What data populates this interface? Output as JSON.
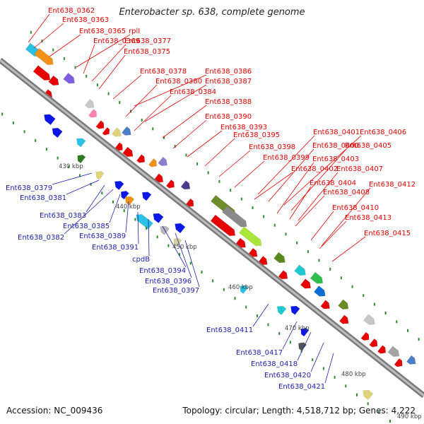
{
  "title": "Enterobacter sp. 638, complete genome",
  "footer": {
    "accession": "Accession: NC_009436",
    "info": "Topology: circular; Length: 4,518,712 bp; Genes: 4,222"
  },
  "colors": {
    "forward_label": "#e60000",
    "reverse_label": "#2020b0",
    "backbone": "#8c8c8c",
    "tick_mark": "#2e8b2e"
  },
  "ticks": [
    "430 kbp",
    "440 kbp",
    "450 kbp",
    "460 kbp",
    "470 kbp",
    "480 kbp",
    "490 kbp"
  ],
  "forward_labels": [
    "Ent638_0362",
    "Ent638_0363",
    "Ent638_0365",
    "rplI",
    "Ent638_0369",
    "Ent638_0377",
    "Ent638_0375",
    "Ent638_0378",
    "Ent638_0386",
    "Ent638_0380",
    "Ent638_0387",
    "Ent638_0384",
    "Ent638_0388",
    "Ent638_0390",
    "Ent638_0393",
    "Ent638_0395",
    "Ent638_0401",
    "Ent638_0406",
    "Ent638_0398",
    "Ent638_0400",
    "Ent638_0405",
    "Ent638_0399",
    "Ent638_0403",
    "Ent638_0402",
    "Ent638_0407",
    "Ent638_0404",
    "Ent638_0412",
    "Ent638_0408",
    "Ent638_0410",
    "Ent638_0413",
    "Ent638_0415"
  ],
  "reverse_labels": [
    "Ent638_0379",
    "Ent638_0381",
    "Ent638_0383",
    "Ent638_0382",
    "Ent638_0385",
    "Ent638_0389",
    "Ent638_0391",
    "cpdB",
    "Ent638_0394",
    "Ent638_0396",
    "Ent638_0397",
    "Ent638_0411",
    "Ent638_0417",
    "Ent638_0418",
    "Ent638_0420",
    "Ent638_0421"
  ]
}
